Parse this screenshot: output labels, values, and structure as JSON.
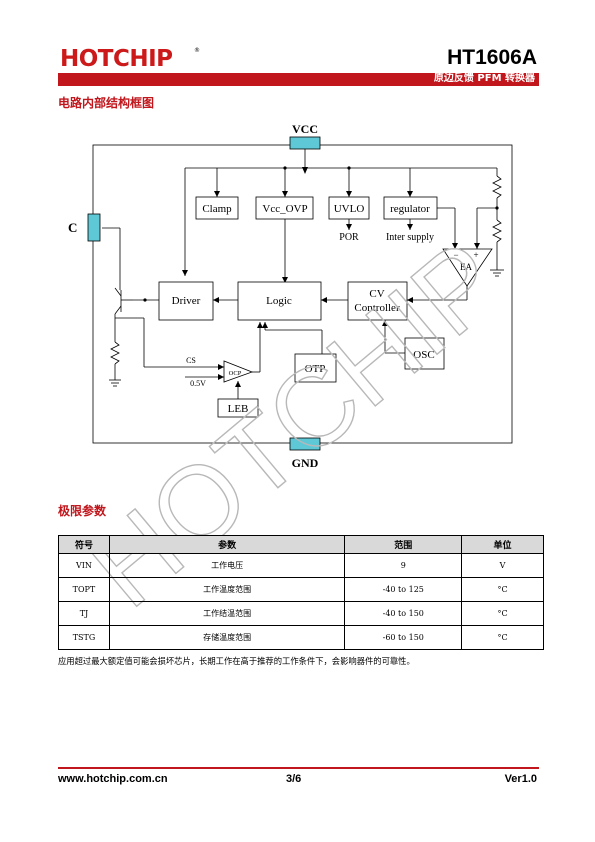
{
  "header": {
    "logo_text": "HOTCHIP",
    "logo_reg": "®",
    "part_number": "HT1606A",
    "subtitle": "原边反馈 PFM 转换器"
  },
  "sections": {
    "block_diagram_title": "电路内部结构框图",
    "limits_title": "极限参数"
  },
  "diagram": {
    "pins": {
      "vcc": "VCC",
      "gnd": "GND",
      "c": "C"
    },
    "blocks": {
      "clamp": "Clamp",
      "vcc_ovp": "Vcc_OVP",
      "uvlo": "UVLO",
      "regulator": "regulator",
      "driver": "Driver",
      "logic": "Logic",
      "cv_line1": "CV",
      "cv_line2": "Controller",
      "osc": "OSC",
      "otp": "OTP",
      "leb": "LEB",
      "ea": "EA",
      "ocp": "OCP"
    },
    "labels": {
      "por": "POR",
      "inter_supply": "Inter supply",
      "cs": "CS",
      "vref": "0.5V",
      "minus": "−",
      "plus": "+"
    }
  },
  "watermark": "HOTCHIP",
  "table": {
    "headers": [
      "符号",
      "参数",
      "范围",
      "单位"
    ],
    "rows": [
      {
        "symbol": "VIN",
        "param": "工作电压",
        "range": "9",
        "unit": "V"
      },
      {
        "symbol": "TOPT",
        "param": "工作温度范围",
        "range": "-40 to 125",
        "unit": "°C"
      },
      {
        "symbol": "TJ",
        "param": "工作结温范围",
        "range": "-40 to 150",
        "unit": "°C"
      },
      {
        "symbol": "TSTG",
        "param": "存储温度范围",
        "range": "-60 to 150",
        "unit": "°C"
      }
    ]
  },
  "note": "应用超过最大额定值可能会损坏芯片，长期工作在高于推荐的工作条件下，会影响器件的可靠性。",
  "footer": {
    "url": "www.hotchip.com.cn",
    "page": "3/6",
    "version": "Ver1.0"
  }
}
